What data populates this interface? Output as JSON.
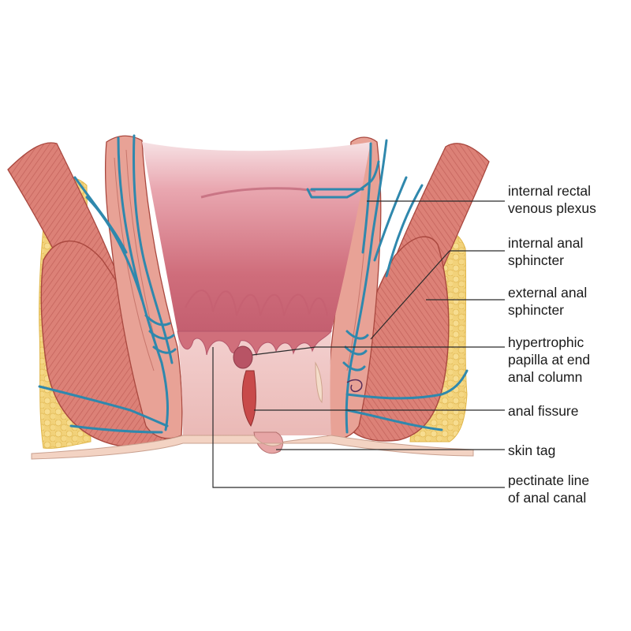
{
  "labels": {
    "internal_rectal_venous_plexus": [
      "internal rectal",
      "venous plexus"
    ],
    "internal_anal_sphincter": [
      "internal anal",
      "sphincter"
    ],
    "external_anal_sphincter": [
      "external anal",
      "sphincter"
    ],
    "hypertrophic_papilla": [
      "hypertrophic",
      "papilla at end",
      "anal column"
    ],
    "anal_fissure": [
      "anal fissure"
    ],
    "skin_tag": [
      "skin tag"
    ],
    "pectinate_line": [
      "pectinate line",
      "of anal canal"
    ]
  },
  "colors": {
    "muscle": "#d9776e",
    "muscle_dark": "#b5524b",
    "muscle_stripe": "#e99a90",
    "fat": "#f2d27a",
    "fat_dark": "#e2b84f",
    "mucosa": "#d97a86",
    "mucosa_light": "#f0c6c9",
    "vein": "#2f88ad",
    "vein_dark": "#1f5f7d",
    "skin": "#f3d3c3",
    "fissure": "#c84a4a"
  }
}
